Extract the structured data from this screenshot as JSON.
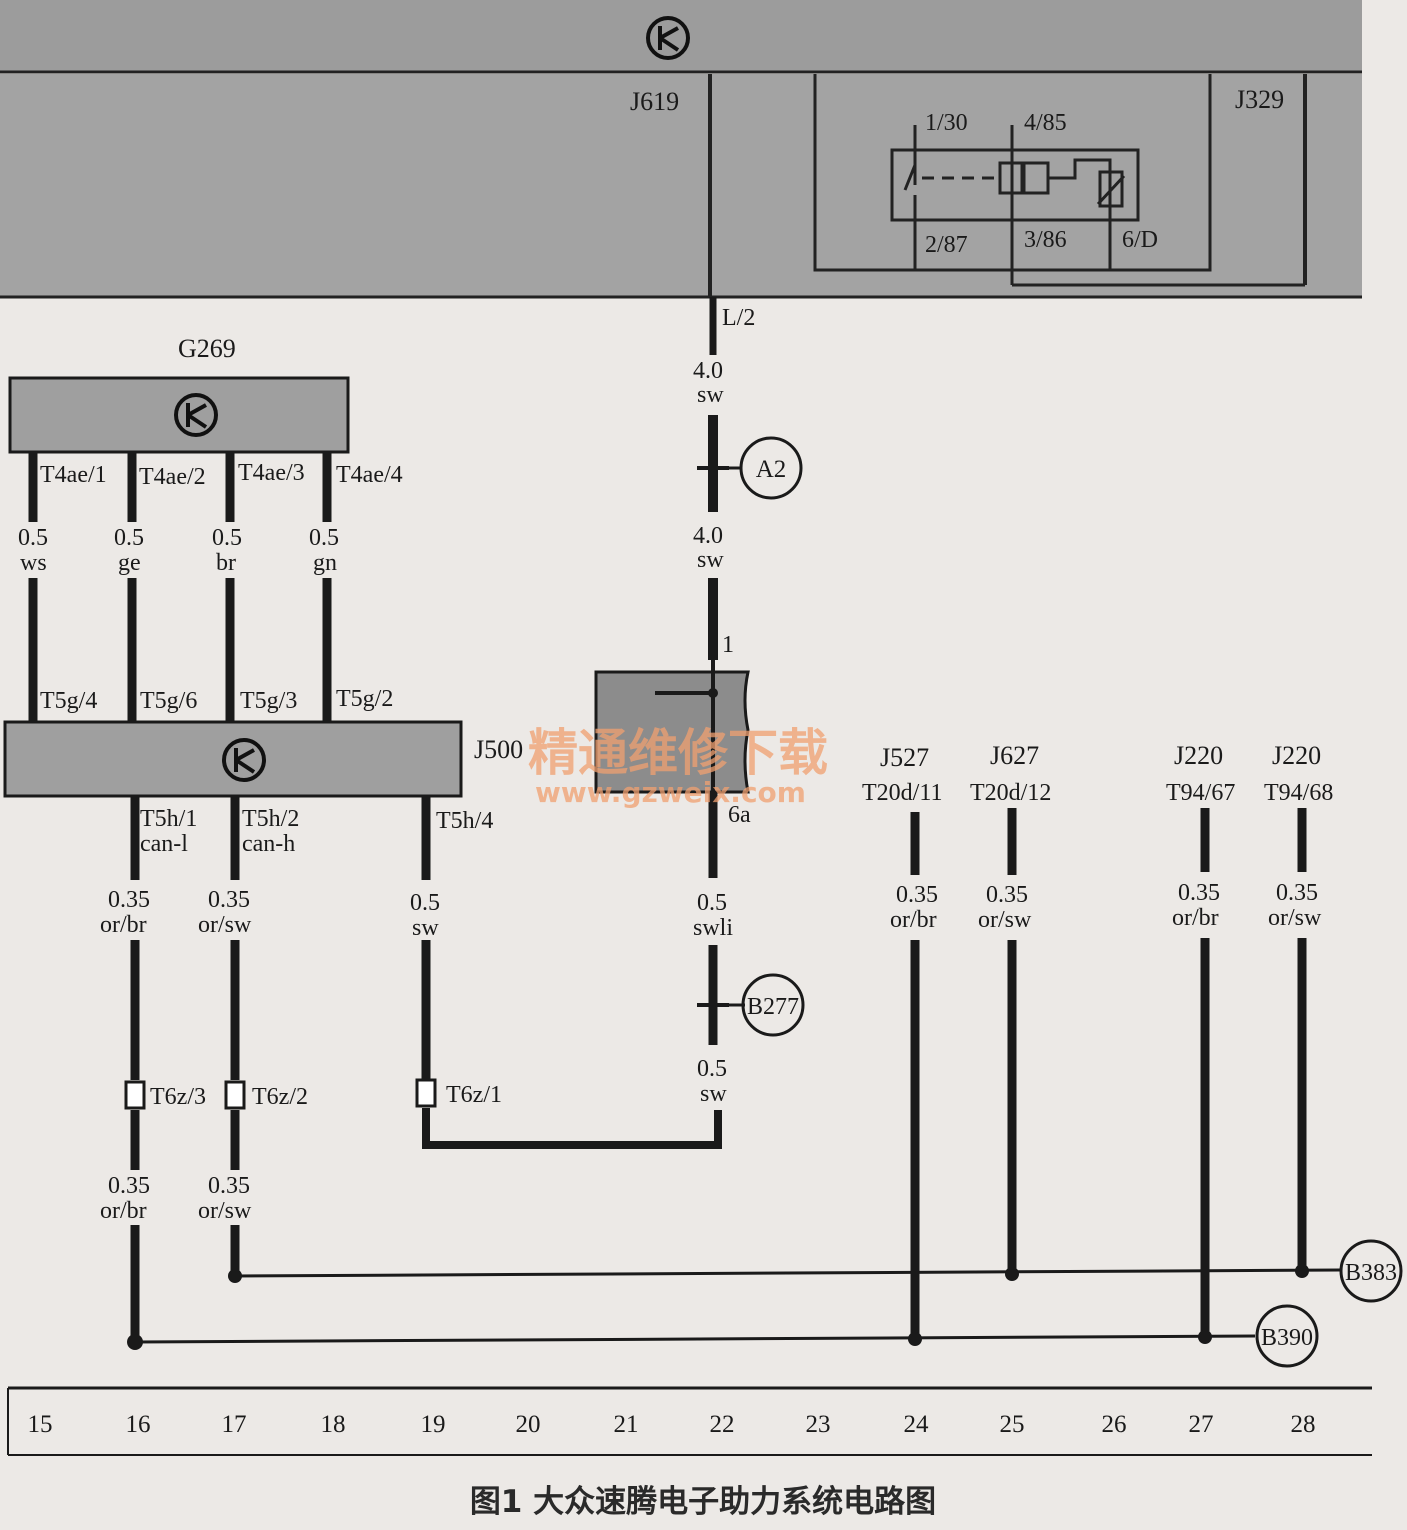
{
  "components": {
    "top_unit": "J619",
    "relay_unit": "J329",
    "sensor": "G269",
    "control": "J500",
    "j527": "J527",
    "j627": "J627",
    "j220a": "J220",
    "j220b": "J220"
  },
  "relay": {
    "p1": "1/30",
    "p2": "4/85",
    "p3": "2/87",
    "p4": "3/86",
    "p5": "6/D"
  },
  "pins": {
    "l2": "L/2",
    "t4ae1": "T4ae/1",
    "t4ae2": "T4ae/2",
    "t4ae3": "T4ae/3",
    "t4ae4": "T4ae/4",
    "t5g4": "T5g/4",
    "t5g6": "T5g/6",
    "t5g3": "T5g/3",
    "t5g2": "T5g/2",
    "t5h1": "T5h/1",
    "t5h2": "T5h/2",
    "t5h4": "T5h/4",
    "can_l": "can-l",
    "can_h": "can-h",
    "t6z3": "T6z/3",
    "t6z2": "T6z/2",
    "t6z1": "T6z/1",
    "fuse_in": "1",
    "fuse_out": "6a",
    "t20d11": "T20d/11",
    "t20d12": "T20d/12",
    "t9467": "T94/67",
    "t9468": "T94/68"
  },
  "wires": {
    "main1_size": "4.0",
    "main1_color": "sw",
    "main2_size": "4.0",
    "main2_color": "sw",
    "g1_size": "0.5",
    "g1_color": "ws",
    "g2_size": "0.5",
    "g2_color": "ge",
    "g3_size": "0.5",
    "g3_color": "br",
    "g4_size": "0.5",
    "g4_color": "gn",
    "c1_size": "0.35",
    "c1_color": "or/br",
    "c2_size": "0.35",
    "c2_color": "or/sw",
    "c3_size": "0.5",
    "c3_color": "sw",
    "c4_size": "0.35",
    "c4_color": "or/br",
    "c5_size": "0.35",
    "c5_color": "or/sw",
    "f1_size": "0.5",
    "f1_color": "swli",
    "f2_size": "0.5",
    "f2_color": "sw",
    "r1_size": "0.35",
    "r1_color": "or/br",
    "r2_size": "0.35",
    "r2_color": "or/sw",
    "r3_size": "0.35",
    "r3_color": "or/br",
    "r4_size": "0.35",
    "r4_color": "or/sw"
  },
  "connectors": {
    "a2": "A2",
    "b277": "B277",
    "b383": "B383",
    "b390": "B390"
  },
  "grid_numbers": [
    "15",
    "16",
    "17",
    "18",
    "19",
    "20",
    "21",
    "22",
    "23",
    "24",
    "25",
    "26",
    "27",
    "28"
  ],
  "watermark": {
    "cn": "精通维修下载",
    "url": "www.gzweix.com"
  },
  "caption": "图1 大众速腾电子助力系统电路图"
}
